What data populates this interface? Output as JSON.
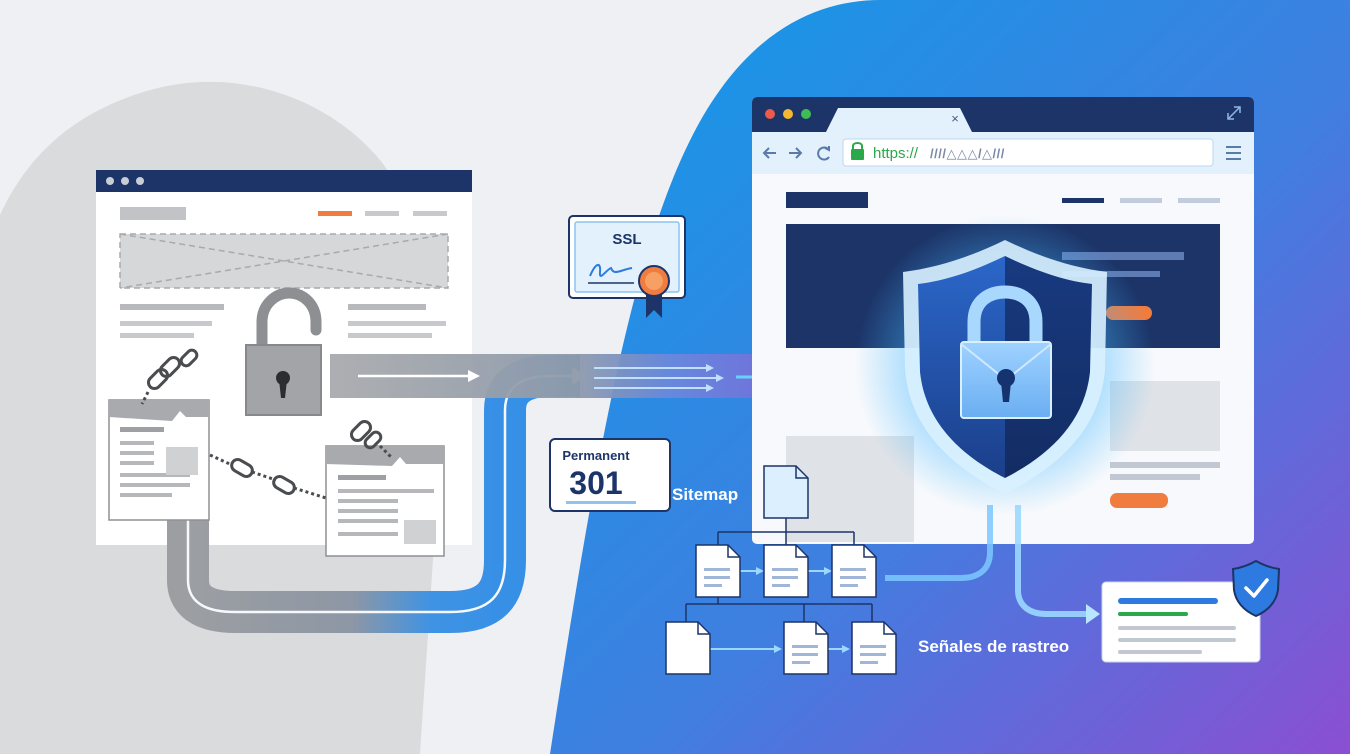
{
  "ssl_badge": {
    "label": "SSL"
  },
  "redirect_badge": {
    "type": "Permanent",
    "code": "301"
  },
  "browser": {
    "url_scheme": "https://",
    "url_mask": "////△△△/△///",
    "close_symbol": "×"
  },
  "labels": {
    "sitemap": "Sitemap",
    "crawl_signals": "Señales de rastreo"
  },
  "icons": {
    "lock_open": "open-padlock-icon",
    "lock_closed": "padlock-icon",
    "shield": "shield-icon",
    "check": "check-shield-icon",
    "chain": "chain-link-icon"
  },
  "colors": {
    "left_bg": "#eef0f3",
    "grey_blob": "#d9dadc",
    "navy": "#1c3468",
    "blue_grad_start": "#1296e6",
    "blue_grad_end": "#8a4fd1",
    "accent_orange": "#f07c40",
    "ssl_green": "#2aa84a",
    "lock_blue": "#2d7be0"
  }
}
